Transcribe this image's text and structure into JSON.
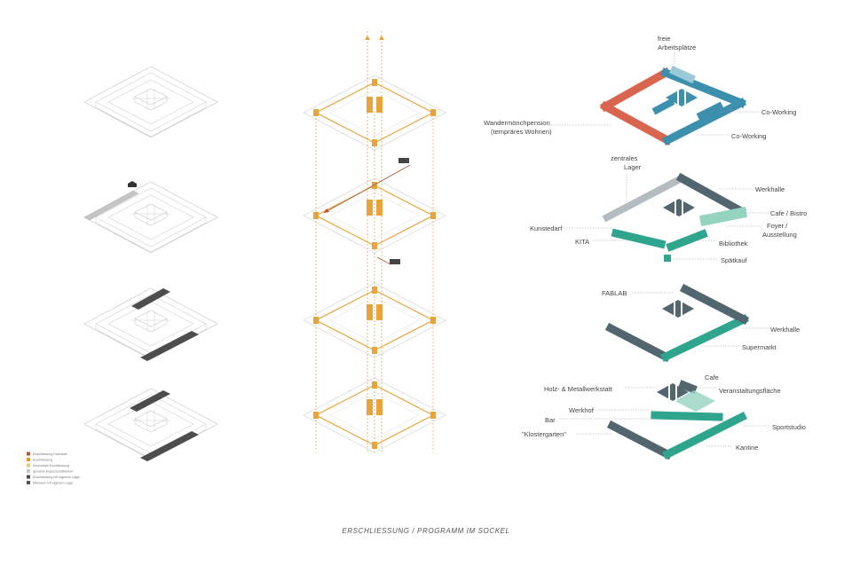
{
  "caption": "ERSCHLIESSUNG / PROGRAMM IM SOCKEL",
  "legend": [
    {
      "color": "#b8582c",
      "text": "Erschliessung Fahrräder"
    },
    {
      "color": "#e39b2c",
      "text": "Erschliessung"
    },
    {
      "color": "#e8c378",
      "text": "horizontale Erschliessung"
    },
    {
      "color": "#c4c4c4",
      "text": "genutzte Ergeschossflächen"
    },
    {
      "color": "#4d4d4d",
      "text": "Erschliessung mit eigenem Lager"
    },
    {
      "color": "#555555",
      "text": "Mietraum mit eigenem Lager"
    }
  ],
  "labels": {
    "freie": "freie",
    "arbeitsplaetze": "Arbeitsplätze",
    "coworking1": "Co-Working",
    "coworking2": "Co-Working",
    "wandermoench1": "Wandermönchpension",
    "wandermoench2": "(tempräres Wohnen)",
    "zentrales": "zentrales",
    "lager": "Lager",
    "werkhalle1": "Werkhalle",
    "cafe_bistro": "Cafe / Bistro",
    "foyer": "Foyer /",
    "ausstellung": "Ausstellung",
    "kunstedarf": "Kunstedarf",
    "kita": "KITA",
    "bibliothek": "Bibliothek",
    "spaetkauf": "Spätkauf",
    "fablab": "FABLAB",
    "werkhalle2": "Werkhalle",
    "supermarkt": "Supermarkt",
    "cafe": "Cafe",
    "holz": "Holz- & Metallwerkstatt",
    "veranstaltung": "Veranstaltungsfläche",
    "werkhof": "Werkhof",
    "bar": "Bar",
    "sportstudio": "Sportstudio",
    "klostergarten": "\"Klostergarten\"",
    "kantine": "Kantine"
  },
  "colors": {
    "red": "#d9654f",
    "blue": "#3d8fae",
    "lightblue": "#9bc9d7",
    "slate": "#52666f",
    "teal": "#2fa58e",
    "lightteal": "#93d3c0",
    "grey": "#b5bcc0",
    "orange": "#e8a33a",
    "brown": "#b8582c",
    "dark": "#4d4d4d"
  }
}
